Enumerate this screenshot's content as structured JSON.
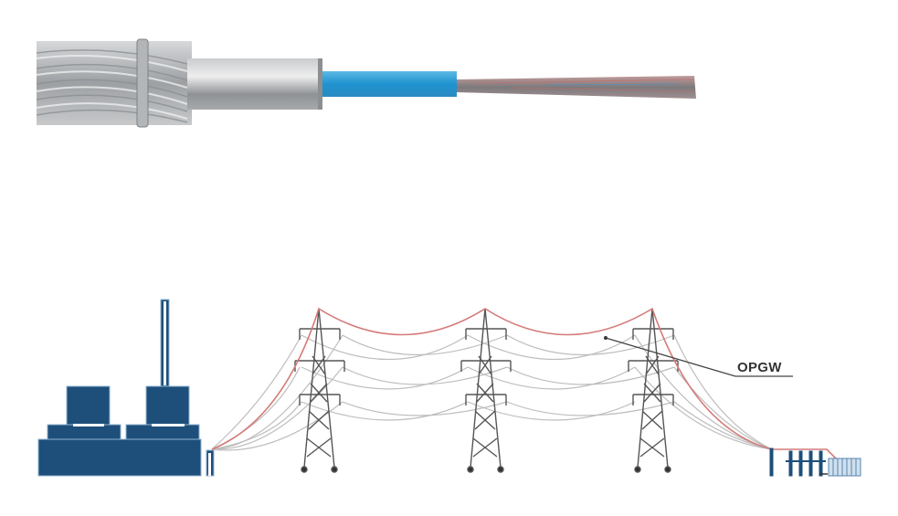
{
  "cable": {
    "name": "OPGW cable cross-section",
    "layers": [
      {
        "name": "outer-aluminum-strands",
        "color": "#b9bcbf"
      },
      {
        "name": "binder-ring",
        "color": "#a7aaad"
      },
      {
        "name": "aluminum-tube",
        "color": "#a9acaf"
      },
      {
        "name": "blue-buffer-tube",
        "color": "#2f9fd6"
      },
      {
        "name": "optical-fibers",
        "color": "#8f8a8c"
      }
    ]
  },
  "diagram": {
    "label": "OPGW",
    "colors": {
      "power_station": "#1d4f7a",
      "opgw_wire": "#d47a78",
      "conductor": "#b8b8b8",
      "tower": "#555555"
    },
    "elements": [
      "power-station",
      "tower-1",
      "tower-2",
      "tower-3",
      "substation"
    ]
  }
}
